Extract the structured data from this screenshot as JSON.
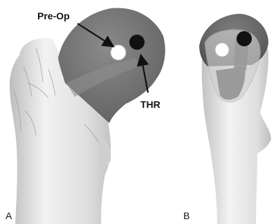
{
  "callouts": {
    "pre_op": "Pre-Op",
    "thr": "THR"
  },
  "panels": {
    "a": "A",
    "b": "B"
  },
  "colors": {
    "bone": "#e6e6e6",
    "head_region": "#777777",
    "pre_op_marker": "#ffffff",
    "thr_marker": "#111111"
  }
}
